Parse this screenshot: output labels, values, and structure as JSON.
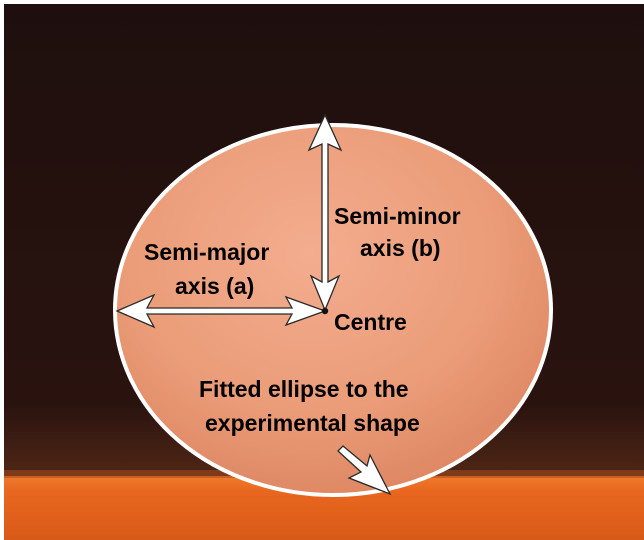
{
  "diagram": {
    "labels": {
      "semi_major_line1": "Semi-major",
      "semi_major_line2": "axis (a)",
      "semi_minor_line1": "Semi-minor",
      "semi_minor_line2": "axis (b)",
      "centre": "Centre",
      "fitted_line1": "Fitted ellipse to the",
      "fitted_line2": "experimental shape"
    },
    "colors": {
      "background_top": "#1e0f0e",
      "background_mid": "#3b1c12",
      "substrate": "#e8661f",
      "drop_light": "#f2a585",
      "drop_dark": "#df8a64",
      "outline": "#ffffff",
      "arrow_fill": "#ffffff",
      "arrow_stroke": "#2a2a2a",
      "text": "#000000"
    }
  }
}
